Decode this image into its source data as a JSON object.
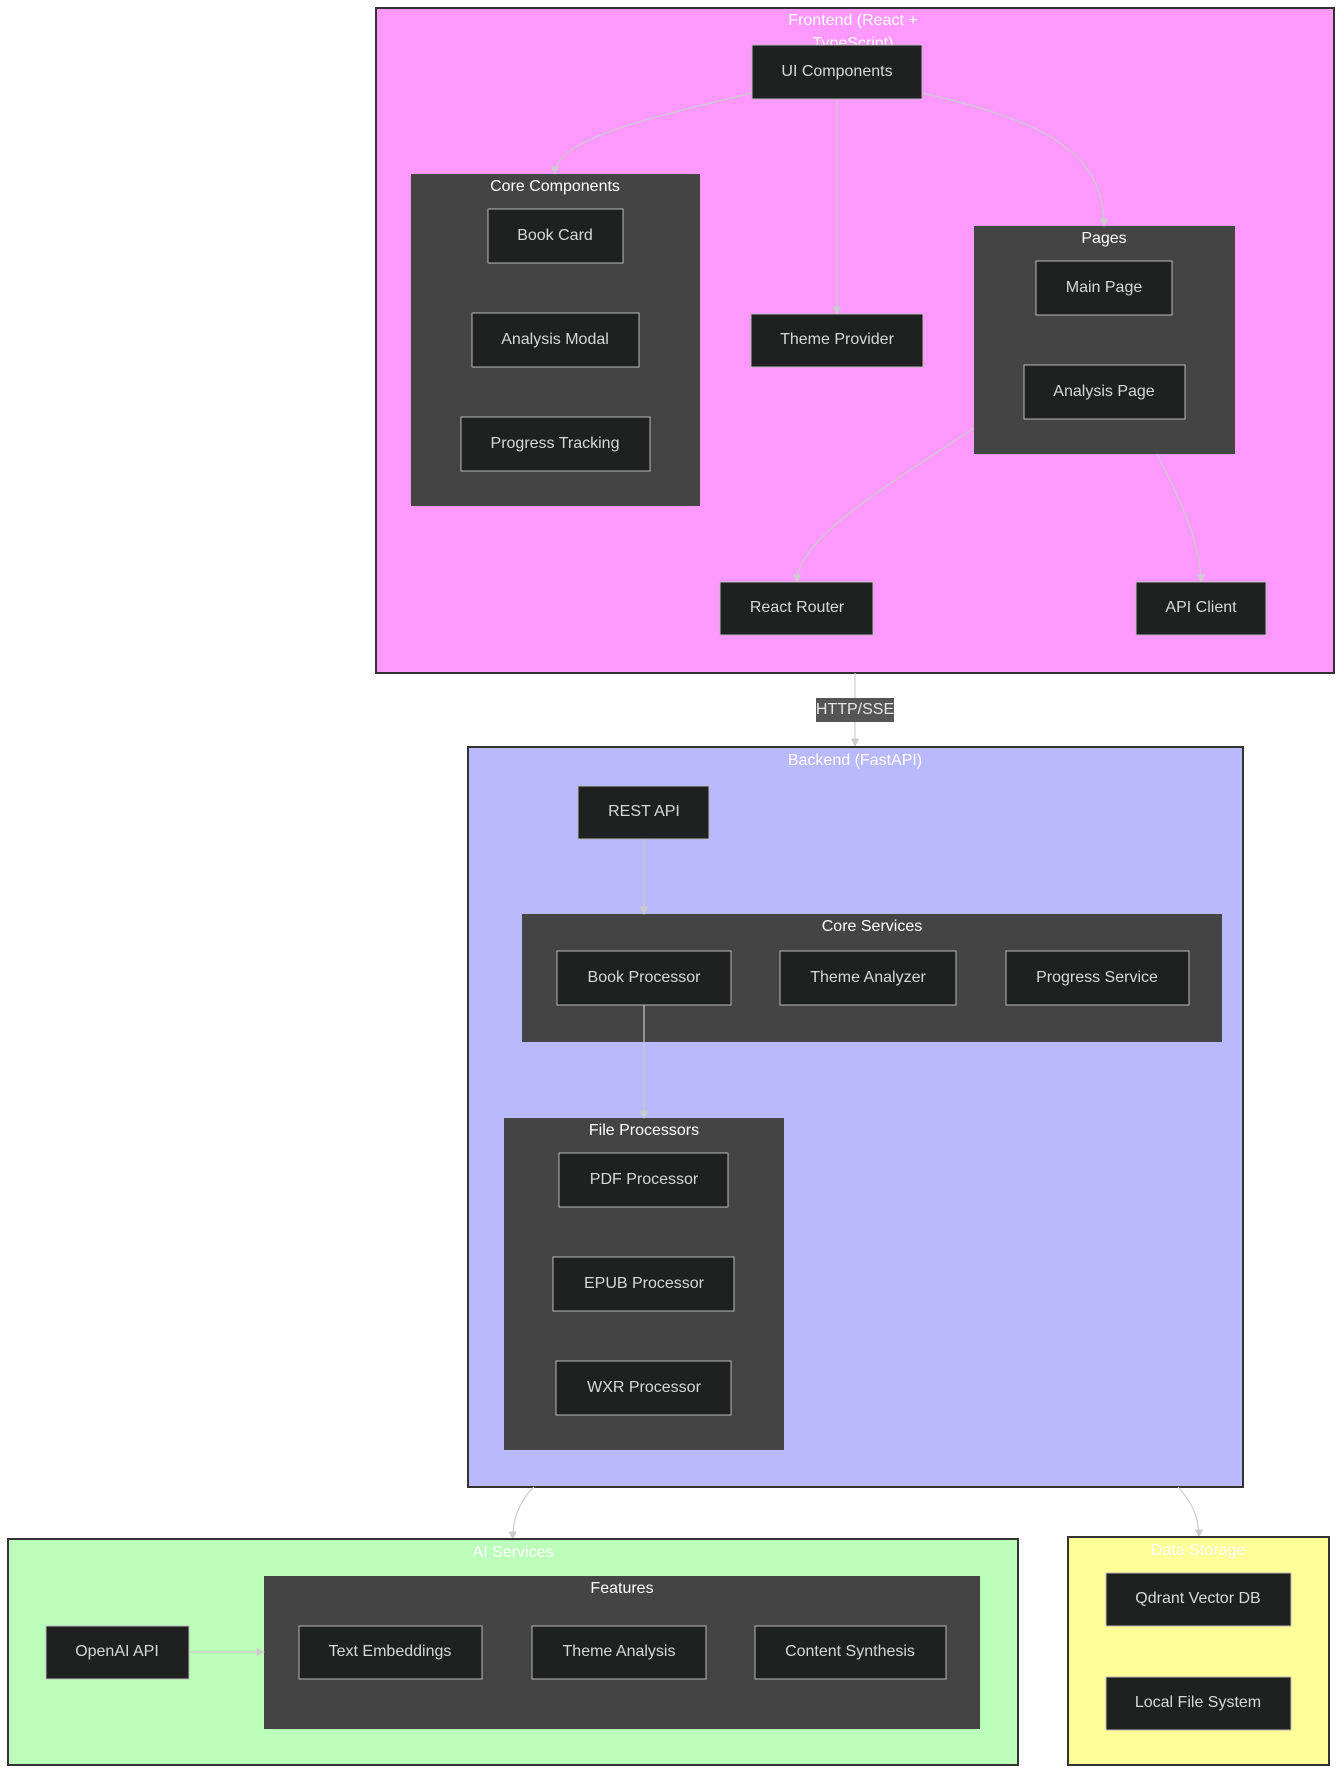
{
  "clusters": {
    "frontend": {
      "title_line1": "Frontend (React +",
      "title_line2": "TypeScript)",
      "color": "#ff99ff"
    },
    "core_components": {
      "title": "Core Components"
    },
    "pages": {
      "title": "Pages"
    },
    "backend": {
      "title": "Backend (FastAPI)",
      "color": "#b9b9ff"
    },
    "core_services": {
      "title": "Core Services"
    },
    "file_processors": {
      "title": "File Processors"
    },
    "ai_services": {
      "title": "AI Services",
      "color": "#bbffbb"
    },
    "features": {
      "title": "Features"
    },
    "data_storage": {
      "title": "Data Storage",
      "color": "#ffff99"
    }
  },
  "nodes": {
    "ui_components": "UI Components",
    "book_card": "Book Card",
    "analysis_modal": "Analysis Modal",
    "progress_tracking": "Progress Tracking",
    "theme_provider": "Theme Provider",
    "main_page": "Main Page",
    "analysis_page": "Analysis Page",
    "react_router": "React Router",
    "api_client": "API Client",
    "rest_api": "REST API",
    "book_processor": "Book Processor",
    "theme_analyzer": "Theme Analyzer",
    "progress_service": "Progress Service",
    "pdf_processor": "PDF Processor",
    "epub_processor": "EPUB Processor",
    "wxr_processor": "WXR Processor",
    "openai_api": "OpenAI API",
    "text_embeddings": "Text Embeddings",
    "theme_analysis": "Theme Analysis",
    "content_synthesis": "Content Synthesis",
    "qdrant": "Qdrant Vector DB",
    "local_fs": "Local File System"
  },
  "edges": {
    "frontend_backend_label": "HTTP/SSE"
  },
  "colors": {
    "node_fill": "#1f2020",
    "subgraph_fill": "#444444",
    "edge": "#cccccc"
  }
}
